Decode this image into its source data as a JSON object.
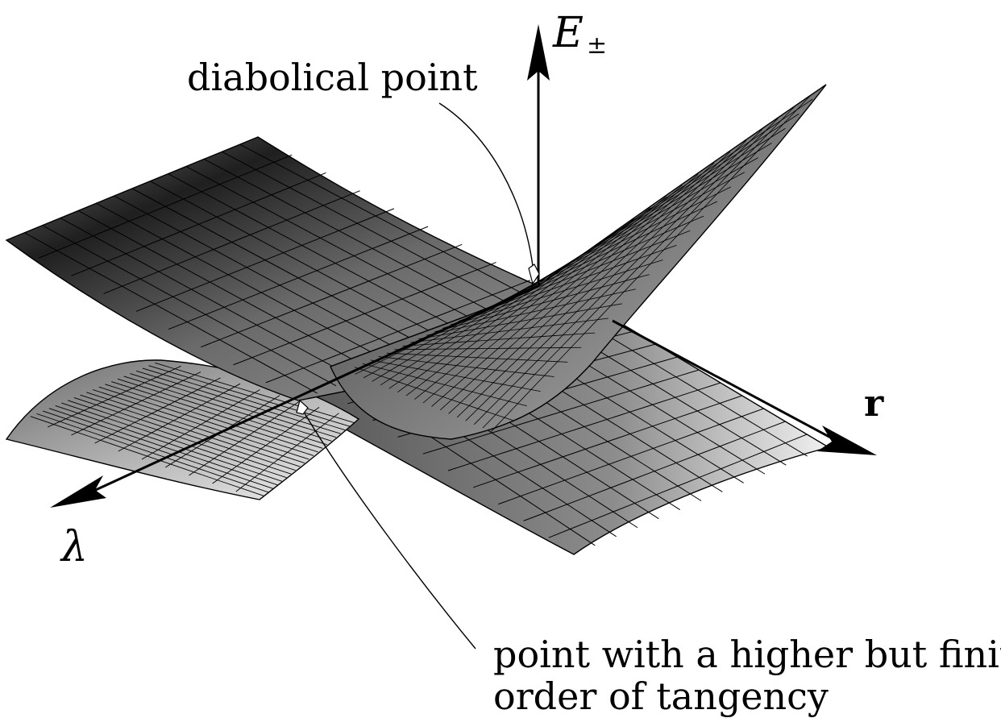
{
  "labels": {
    "energy_axis": "E",
    "energy_axis_sub": "±",
    "r_axis": "r",
    "lambda_axis": "λ",
    "diabolical_point": "diabolical point",
    "tangency_line1": "point with a higher but finite",
    "tangency_line2": "order of tangency"
  },
  "colors": {
    "surface_dark": "#2a2a2a",
    "surface_mid": "#8a8a8a",
    "surface_light": "#e6e6e6",
    "grid": "#000000"
  }
}
